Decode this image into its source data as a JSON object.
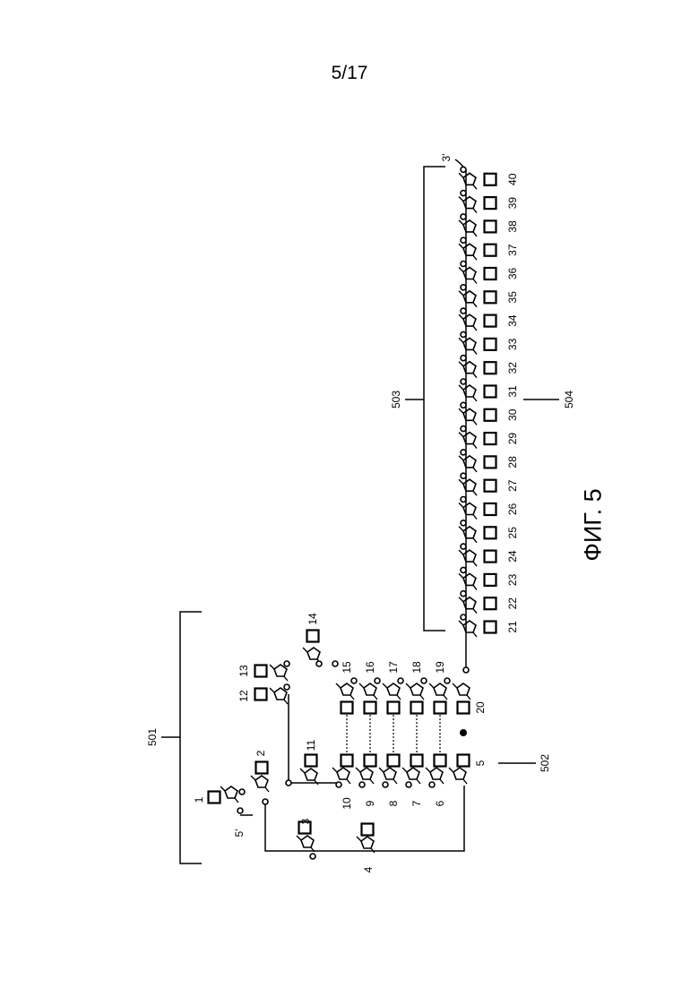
{
  "page_number": "5/17",
  "figure_label": "ФИГ. 5",
  "reference_numerals": {
    "region_501": "501",
    "region_502": "502",
    "region_503": "503",
    "region_504": "504"
  },
  "ends": {
    "five_prime": "5'",
    "three_prime": "3'"
  },
  "loop_nucleotides": [
    "1",
    "2",
    "3",
    "4",
    "11",
    "12",
    "13",
    "14"
  ],
  "stem_lower": [
    "5",
    "6",
    "7",
    "8",
    "9",
    "10"
  ],
  "stem_upper": [
    "15",
    "16",
    "17",
    "18",
    "19",
    "20"
  ],
  "tail": [
    "21",
    "22",
    "23",
    "24",
    "25",
    "26",
    "27",
    "28",
    "29",
    "30",
    "31",
    "32",
    "33",
    "34",
    "35",
    "36",
    "37",
    "38",
    "39",
    "40"
  ]
}
